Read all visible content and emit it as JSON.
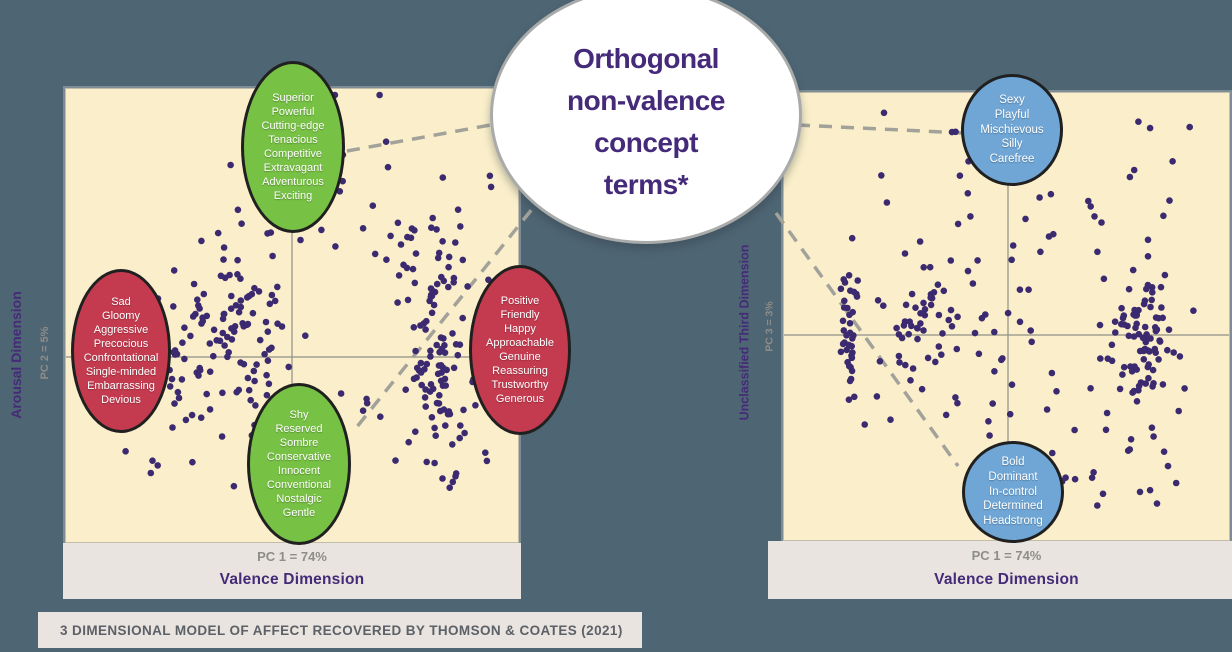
{
  "colors": {
    "background_slate": "#4e6574",
    "panel_cream": "#faefca",
    "band_light": "#e9e4e0",
    "green_fill": "#77c144",
    "red_fill": "#c43b4f",
    "blue_fill": "#6fa6d6",
    "bubble_fill": "#ffffff",
    "purple_text": "#452a78",
    "gray_text": "#8e8d88",
    "point_purple": "#3c2a70",
    "dashed_gray": "#a2a29b"
  },
  "bubble": {
    "lines": [
      "Orthogonal",
      "non-valence",
      "concept",
      "terms*"
    ]
  },
  "plots": {
    "left": {
      "y_label": "Arousal Dimension",
      "y_pc": "PC 2 = 5%",
      "x_pc": "PC 1 = 74%",
      "x_label": "Valence Dimension",
      "ellipses": {
        "top": {
          "color_key": "green",
          "terms": [
            "Superior",
            "Powerful",
            "Cutting-edge",
            "Tenacious",
            "Competitive",
            "Extravagant",
            "Adventurous",
            "Exciting"
          ]
        },
        "left": {
          "color_key": "red",
          "terms": [
            "Sad",
            "Gloomy",
            "Aggressive",
            "Precocious",
            "Confrontational",
            "Single-minded",
            "Embarrassing",
            "Devious"
          ]
        },
        "bottom": {
          "color_key": "green",
          "terms": [
            "Shy",
            "Reserved",
            "Sombre",
            "Conservative",
            "Innocent",
            "Conventional",
            "Nostalgic",
            "Gentle"
          ]
        },
        "right": {
          "color_key": "red",
          "terms": [
            "Positive",
            "Friendly",
            "Happy",
            "Approachable",
            "Genuine",
            "Reassuring",
            "Trustworthy",
            "Generous"
          ]
        }
      }
    },
    "right": {
      "y_label": "Unclassified Third Dimension",
      "y_pc": "PC 3 = 3%",
      "x_pc": "PC 1 = 74%",
      "x_label": "Valence Dimension",
      "ellipses": {
        "top": {
          "color_key": "blue",
          "terms": [
            "Sexy",
            "Playful",
            "Mischievous",
            "Silly",
            "Carefree"
          ]
        },
        "bottom": {
          "color_key": "blue",
          "terms": [
            "Bold",
            "Dominant",
            "In-control",
            "Determined",
            "Headstrong"
          ]
        }
      }
    }
  },
  "caption": "3 DIMENSIONAL MODEL OF AFFECT RECOVERED BY THOMSON & COATES (2021)",
  "chart_data": [
    {
      "type": "scatter",
      "plot": "left",
      "x_axis": "Valence Dimension (PC 1 = 74%)",
      "y_axis": "Arousal Dimension (PC 2 = 5%)",
      "axes_numeric_labels": false,
      "point_color": "#3c2a70",
      "point_radius": 3.3,
      "seed": 1337,
      "note": "Dense unlabeled term scatter; clusters given in normalized plot coords (0-1, y down)",
      "clusters": [
        {
          "cx": 0.308,
          "cy": 0.587,
          "sx": 0.073,
          "sy": 0.099,
          "n": 60
        },
        {
          "cx": 0.434,
          "cy": 0.576,
          "sx": 0.022,
          "sy": 0.11,
          "n": 30
        },
        {
          "cx": 0.363,
          "cy": 0.488,
          "sx": 0.066,
          "sy": 0.055,
          "n": 30
        },
        {
          "cx": 0.819,
          "cy": 0.598,
          "sx": 0.035,
          "sy": 0.121,
          "n": 85
        },
        {
          "cx": 0.782,
          "cy": 0.378,
          "sx": 0.055,
          "sy": 0.066,
          "n": 20
        },
        {
          "cx": 0.628,
          "cy": 0.246,
          "sx": 0.176,
          "sy": 0.11,
          "n": 40
        },
        {
          "cx": 0.584,
          "cy": 0.752,
          "sx": 0.121,
          "sy": 0.088,
          "n": 20
        },
        {
          "cx": 0.892,
          "cy": 0.774,
          "sx": 0.066,
          "sy": 0.088,
          "n": 12
        },
        {
          "cx": 0.231,
          "cy": 0.807,
          "sx": 0.077,
          "sy": 0.044,
          "n": 6
        }
      ]
    },
    {
      "type": "scatter",
      "plot": "right",
      "x_axis": "Valence Dimension (PC 1 = 74%)",
      "y_axis": "Unclassified Third Dimension (PC 3 = 3%)",
      "axes_numeric_labels": false,
      "point_color": "#3c2a70",
      "point_radius": 3.3,
      "seed": 2024,
      "clusters": [
        {
          "cx": 0.152,
          "cy": 0.543,
          "sx": 0.013,
          "sy": 0.076,
          "n": 38
        },
        {
          "cx": 0.318,
          "cy": 0.519,
          "sx": 0.067,
          "sy": 0.085,
          "n": 60
        },
        {
          "cx": 0.508,
          "cy": 0.664,
          "sx": 0.112,
          "sy": 0.145,
          "n": 30
        },
        {
          "cx": 0.485,
          "cy": 0.229,
          "sx": 0.168,
          "sy": 0.089,
          "n": 28
        },
        {
          "cx": 0.803,
          "cy": 0.53,
          "sx": 0.038,
          "sy": 0.094,
          "n": 85
        },
        {
          "cx": 0.754,
          "cy": 0.775,
          "sx": 0.089,
          "sy": 0.1,
          "n": 25
        },
        {
          "cx": 0.821,
          "cy": 0.241,
          "sx": 0.078,
          "sy": 0.1,
          "n": 12
        }
      ]
    }
  ]
}
